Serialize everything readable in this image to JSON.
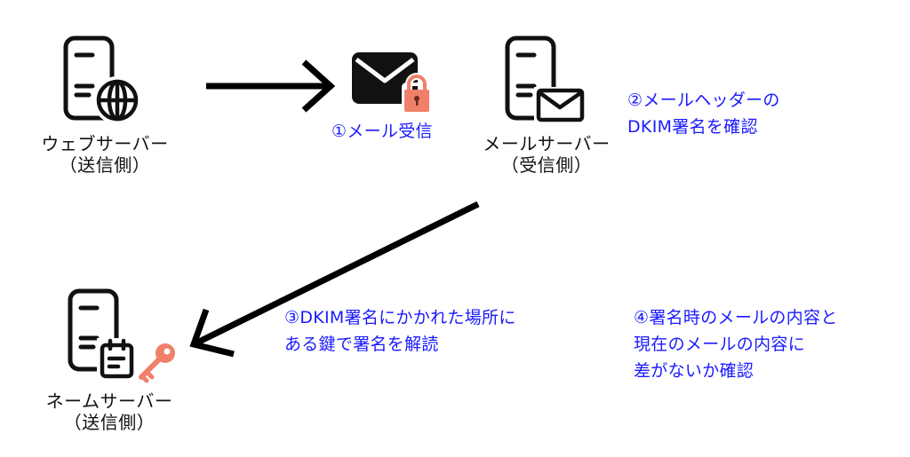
{
  "nodes": {
    "web_server": {
      "name": "ウェブサーバー",
      "role": "（送信側）"
    },
    "mail_server": {
      "name": "メールサーバー",
      "role": "（受信側）"
    },
    "name_server": {
      "name": "ネームサーバー",
      "role": "（送信側）"
    }
  },
  "steps": {
    "step1": {
      "lines": [
        "①メール受信"
      ]
    },
    "step2": {
      "lines": [
        "②メールヘッダーの",
        "DKIM署名を確認"
      ]
    },
    "step3": {
      "lines": [
        "③DKIM署名にかかれた場所に",
        "ある鍵で署名を解読"
      ]
    },
    "step4": {
      "lines": [
        "④署名時のメールの内容と",
        "現在のメールの内容に",
        "差がないか確認"
      ]
    }
  },
  "colors": {
    "step_text": "#1a1aff",
    "icon_stroke": "#111111",
    "lock": "#f0806a",
    "key": "#f0806a"
  },
  "icons": {
    "web_server": "server-globe-icon",
    "mail": "envelope-lock-icon",
    "mail_server": "server-envelope-icon",
    "name_server": "server-notepad-icon",
    "key": "key-icon"
  }
}
